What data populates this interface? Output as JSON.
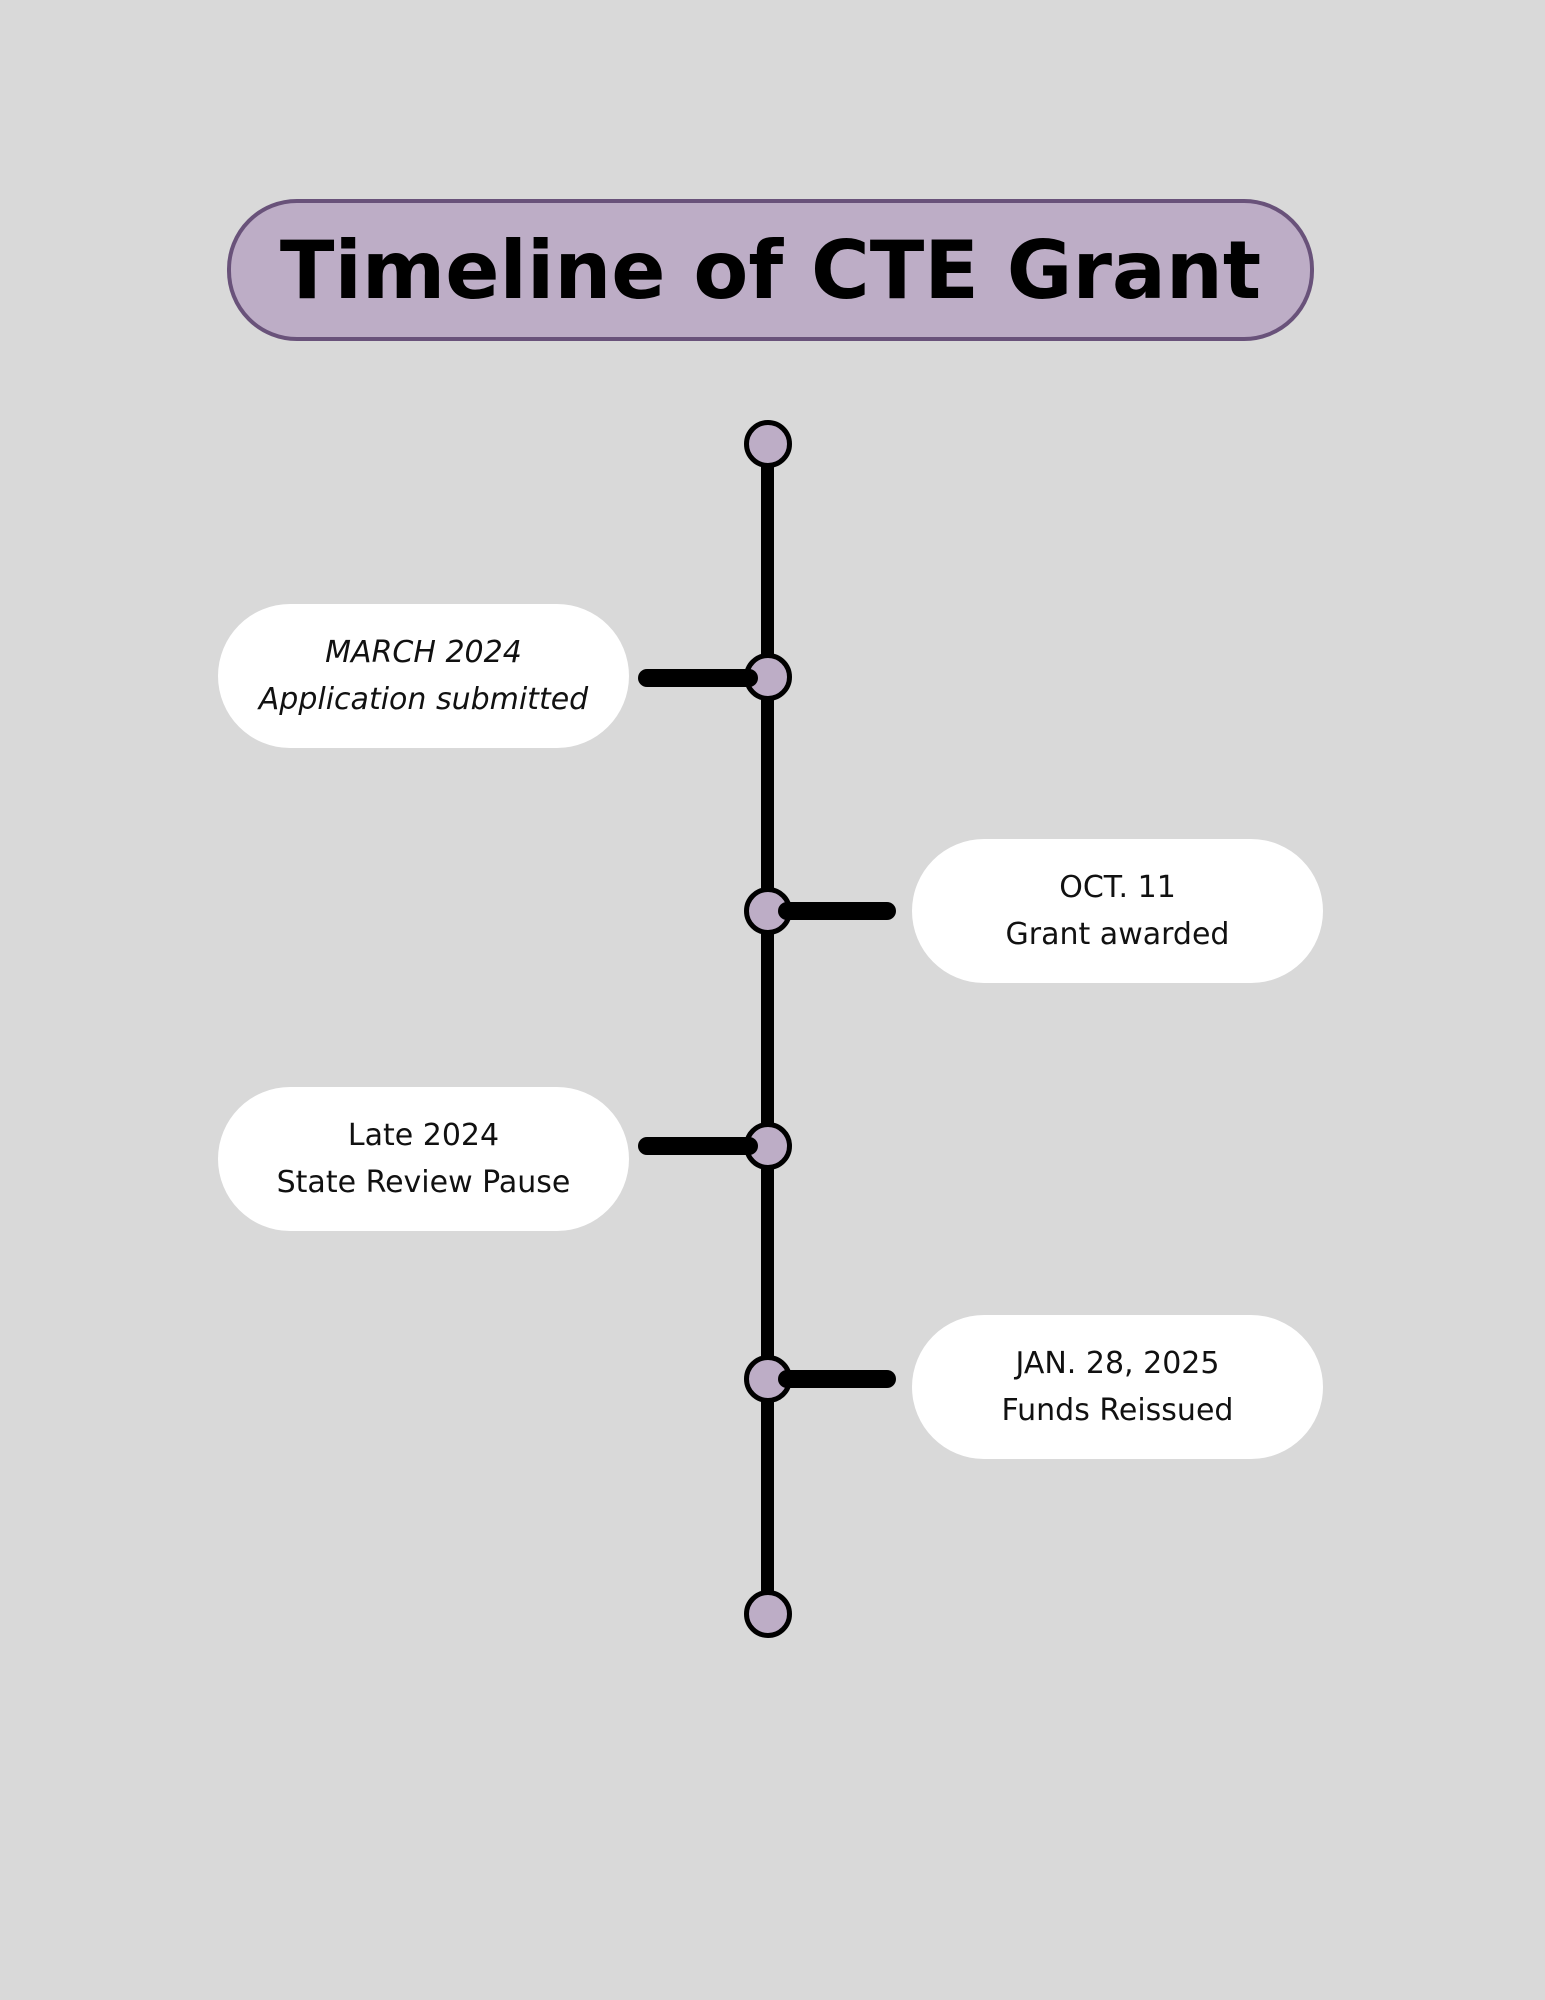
{
  "title": "Timeline of CTE Grant",
  "colors": {
    "background": "#d9d9d9",
    "accent": "#bdadc6",
    "accent_border": "#69527a",
    "line": "#000000",
    "card": "#ffffff"
  },
  "events": [
    {
      "date": "MARCH 2024",
      "label": "Application submitted",
      "side": "left"
    },
    {
      "date": "OCT. 11",
      "label": "Grant awarded",
      "side": "right"
    },
    {
      "date": "Late 2024",
      "label": "State Review Pause",
      "side": "left"
    },
    {
      "date": "JAN. 28, 2025",
      "label": "Funds Reissued",
      "side": "right"
    }
  ]
}
